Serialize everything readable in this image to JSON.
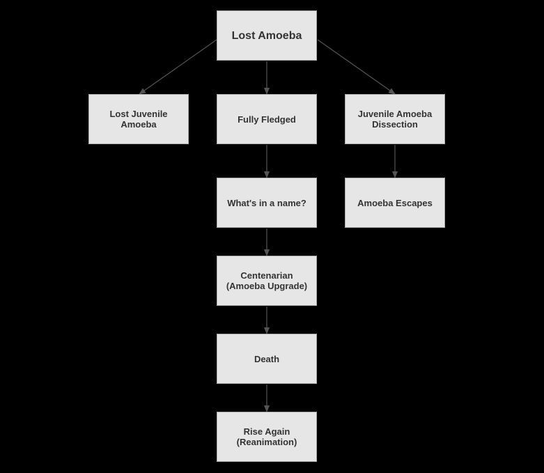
{
  "diagram": {
    "nodes": {
      "root": "Lost Amoeba",
      "juvenile": "Lost Juvenile\nAmoeba",
      "fledged": "Fully Fledged",
      "dissection": "Juvenile Amoeba\nDissection",
      "name": "What's in a name?",
      "escapes": "Amoeba Escapes",
      "centenarian": "Centenarian\n(Amoeba Upgrade)",
      "death": "Death",
      "rise": "Rise Again\n(Reanimation)"
    },
    "edges": [
      {
        "from": "root",
        "to": "juvenile"
      },
      {
        "from": "root",
        "to": "fledged"
      },
      {
        "from": "root",
        "to": "dissection"
      },
      {
        "from": "fledged",
        "to": "name"
      },
      {
        "from": "dissection",
        "to": "escapes"
      },
      {
        "from": "name",
        "to": "centenarian"
      },
      {
        "from": "centenarian",
        "to": "death"
      },
      {
        "from": "death",
        "to": "rise"
      }
    ],
    "colors": {
      "background": "#000000",
      "node_fill": "#e6e6e6",
      "node_border": "#a9a9a9",
      "node_text": "#333333",
      "edge": "#555555"
    }
  }
}
